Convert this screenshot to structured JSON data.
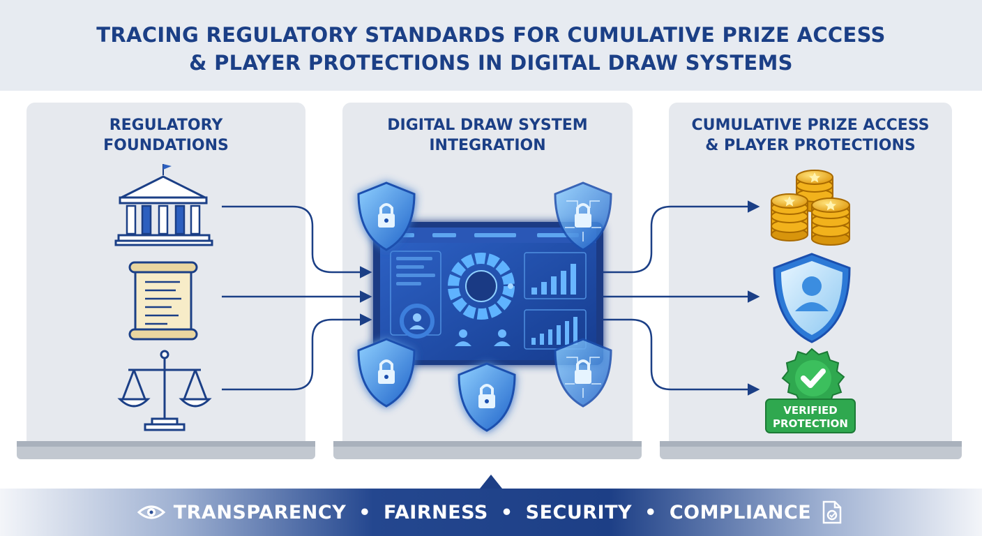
{
  "title": {
    "line1": "TRACING REGULATORY STANDARDS FOR CUMULATIVE PRIZE ACCESS",
    "line2": "& PLAYER PROTECTIONS IN DIGITAL DRAW SYSTEMS"
  },
  "panels": [
    {
      "line1": "REGULATORY",
      "line2": "FOUNDATIONS"
    },
    {
      "line1": "DIGITAL DRAW SYSTEM",
      "line2": "INTEGRATION"
    },
    {
      "line1": "CUMULATIVE PRIZE ACCESS",
      "line2": "& PLAYER PROTECTIONS"
    }
  ],
  "badge": {
    "line1": "VERIFIED",
    "line2": "PROTECTION"
  },
  "footer": {
    "values": [
      "TRANSPARENCY",
      "FAIRNESS",
      "SECURITY",
      "COMPLIANCE"
    ],
    "separator": "•"
  },
  "icons": {
    "left": [
      "government-building-icon",
      "scroll-document-icon",
      "justice-scales-icon"
    ],
    "center": [
      "lock-shield-icon",
      "circuit-lock-shield-icon",
      "dashboard-screen-icon"
    ],
    "right": [
      "gold-coins-icon",
      "user-shield-icon",
      "verified-badge-icon"
    ],
    "footer": [
      "eye-icon",
      "compliance-document-icon"
    ]
  },
  "colors": {
    "primary": "#1b3f86",
    "panel": "#e6e9ee",
    "shield": "#3b8de0",
    "gold": "#f2b21c",
    "green": "#2fa84f"
  }
}
